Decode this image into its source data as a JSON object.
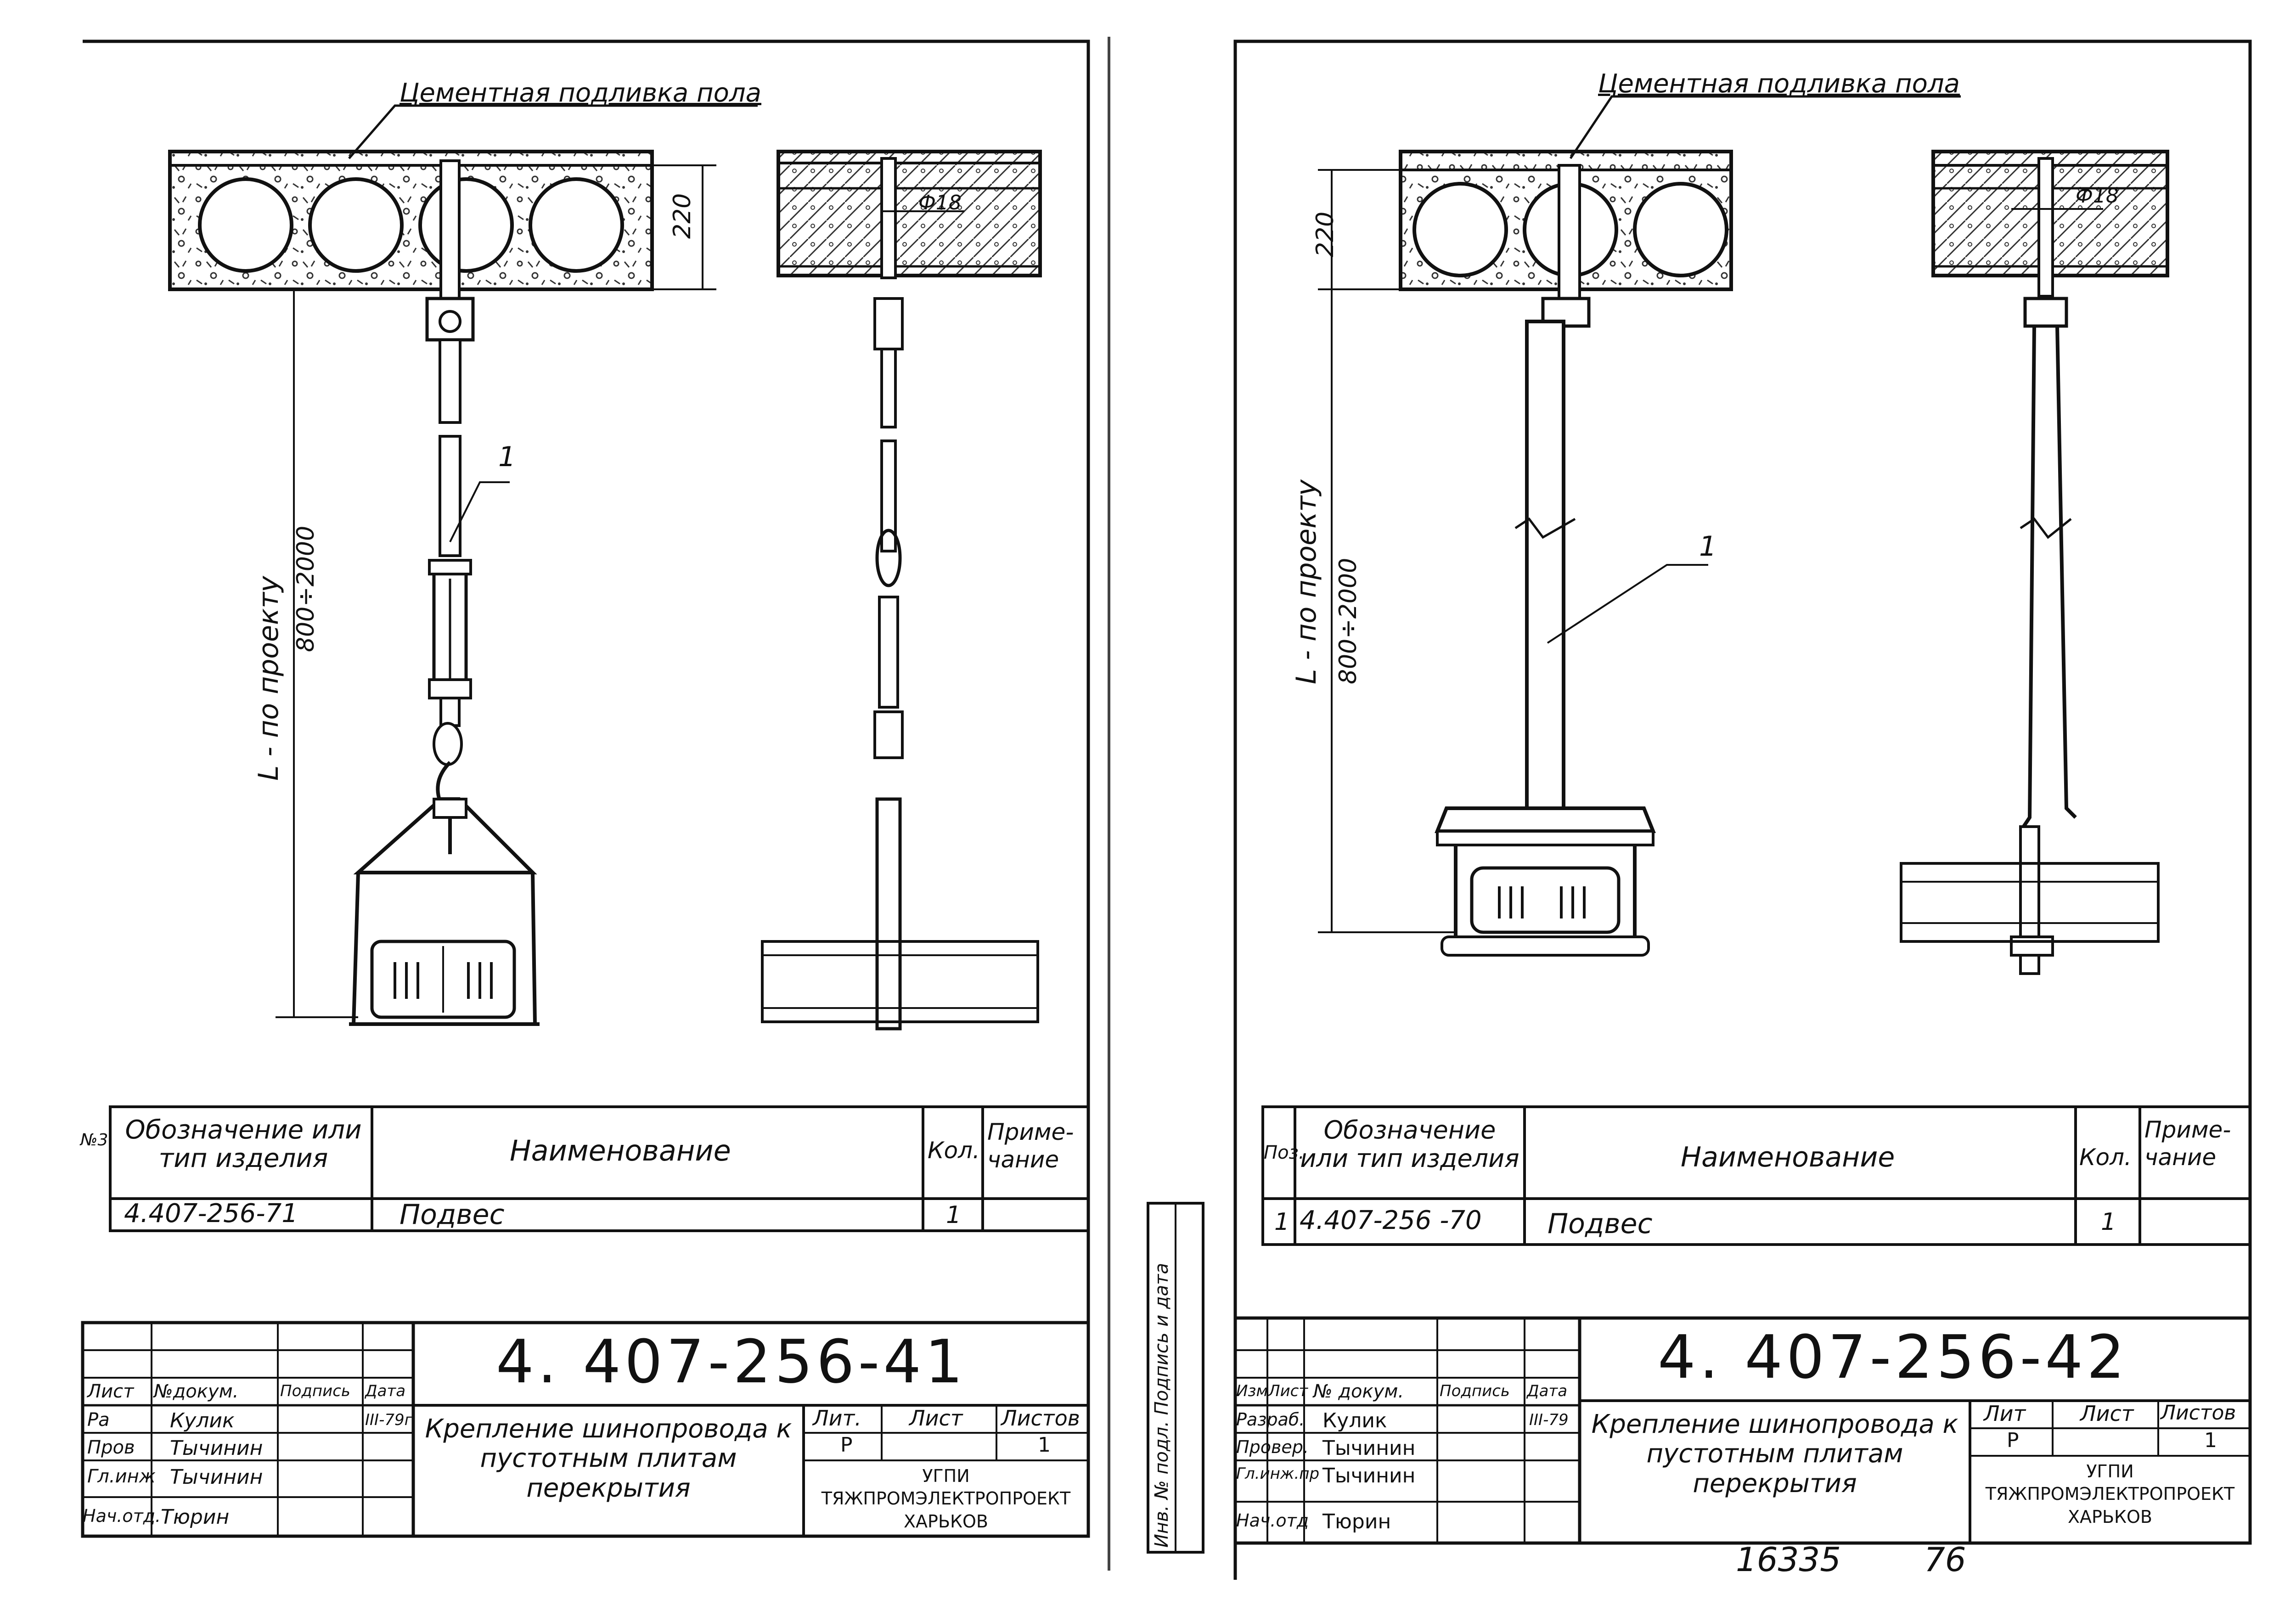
{
  "sheets": [
    {
      "floor_label": "Цементная подливка пола",
      "dim_height": "220",
      "dim_rod": "",
      "length_label": "L - по проекту",
      "length_range": "800÷2000",
      "pos_marker": "1",
      "spec_header": {
        "pos": "№3",
        "designation": "Обозначение или тип изделия",
        "name": "Наименование",
        "qty": "Кол.",
        "note": "Приме-чание"
      },
      "spec_rows": [
        {
          "pos": "",
          "designation": "4.407-256-71",
          "name": "Подвес",
          "qty": "1",
          "note": ""
        }
      ],
      "doc_code": "4. 407-256-41",
      "title": "Крепление шинопровода к пустотным плитам перекрытия",
      "stamp_headers": [
        "Лист",
        "№докум.",
        "Подпись",
        "Дата"
      ],
      "stamp_roles": [
        "Ра",
        "Пров",
        "Гл.инж",
        "Нач.отд."
      ],
      "stamp_names": [
        "Кулик",
        "Тычинин",
        "Тычинин",
        "Тюрин"
      ],
      "stamp_dates": [
        "III-79г",
        "",
        "",
        ""
      ],
      "lit_label": "Лит.",
      "sheet_label": "Лист",
      "sheets_label": "Листов",
      "lit_value": "Р",
      "sheet_value": "",
      "sheets_value": "1",
      "org": "УГПИ ТЯЖПРОМЭЛЕКТРОПРОЕКТ ХАРЬКОВ"
    },
    {
      "floor_label": "Цементная подливка пола",
      "dim_height": "220",
      "dim_rod": "Ф18",
      "length_label": "L - по проекту",
      "length_range": "800÷2000",
      "pos_marker": "1",
      "spec_header": {
        "pos": "Поз.",
        "designation": "Обозначение или тип изделия",
        "name": "Наименование",
        "qty": "Кол.",
        "note": "Приме-чание"
      },
      "spec_rows": [
        {
          "pos": "1",
          "designation": "4.407-256 -70",
          "name": "Подвес",
          "qty": "1",
          "note": ""
        }
      ],
      "doc_code": "4. 407-256-42",
      "title": "Крепление шинопровода к пустотным плитам перекрытия",
      "stamp_headers": [
        "Изм",
        "Лист",
        "№ докум.",
        "Подпись",
        "Дата"
      ],
      "stamp_roles": [
        "Разраб.",
        "Провер.",
        "Гл.инж.пр",
        "Нач.отд"
      ],
      "stamp_names": [
        "Кулик",
        "Тычинин",
        "Тычинин",
        "Тюрин"
      ],
      "stamp_dates": [
        "III-79",
        "",
        "",
        ""
      ],
      "lit_label": "Лит",
      "sheet_label": "Лист",
      "sheets_label": "Листов",
      "lit_value": "Р",
      "sheet_value": "",
      "sheets_value": "1",
      "org": "УГПИ ТЯЖПРОМЭЛЕКТРОПРОЕКТ ХАРЬКОВ"
    }
  ],
  "side_stamp": "Инв. № подл. Подпись и дата",
  "side_dim_rod_left": "Ф18",
  "footer_number": "16335",
  "page_number": "76"
}
